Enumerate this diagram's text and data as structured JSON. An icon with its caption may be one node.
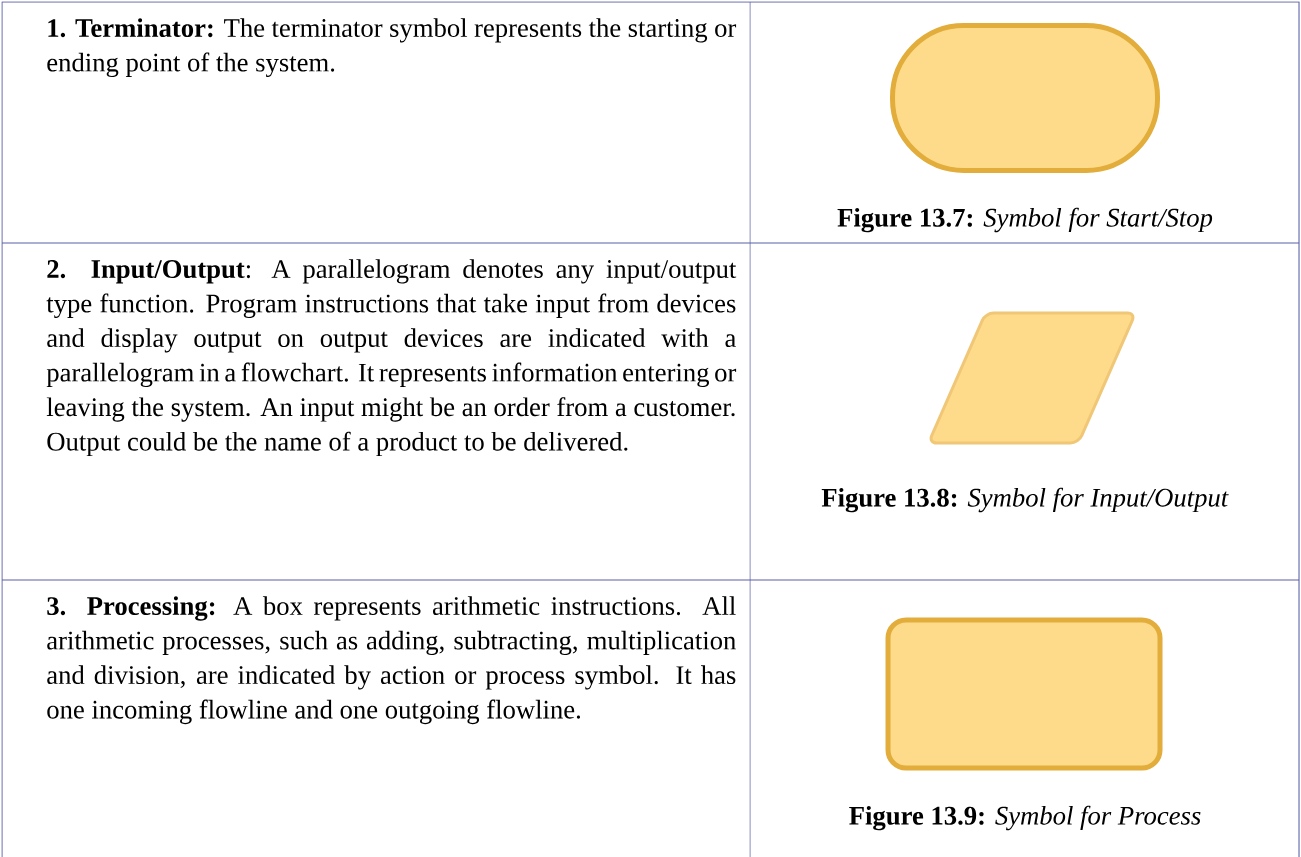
{
  "diagram": {
    "nodes": [
      {
        "text": [],
        "shape": "terminator",
        "beside": [
          "**Figure 13.7:** *Symbol for Start/Stop*"
        ]
      },
      {
        "text": [],
        "shape": "parallelogram",
        "beside": [
          "**Figure 13.8:** *Symbol for Input/Output*"
        ]
      },
      {
        "text": [],
        "shape": "box",
        "beside": [
          "**Figure 13.9:** *Symbol for Process*"
        ]
      }
    ],
    "labels": [
      "**1. Terminator:** The terminator symbol represents the starting or ending point of the system.",
      "**2. Input/Output**: A parallelogram denotes any input/output type function. Program instructions that take input from devices and display output on output devices are indicated with a parallelogram in a flowchart. It represents information entering or leaving the system. An input might be an order from a customer. Output could be the name of a product to be delivered.",
      "**3. Processing:** A box represents arithmetic instructions. All arithmetic processes, such as adding, subtracting, multiplication and division, are indicated by action or process symbol. It has one incoming flowline and one outgoing flowline."
    ]
  }
}
